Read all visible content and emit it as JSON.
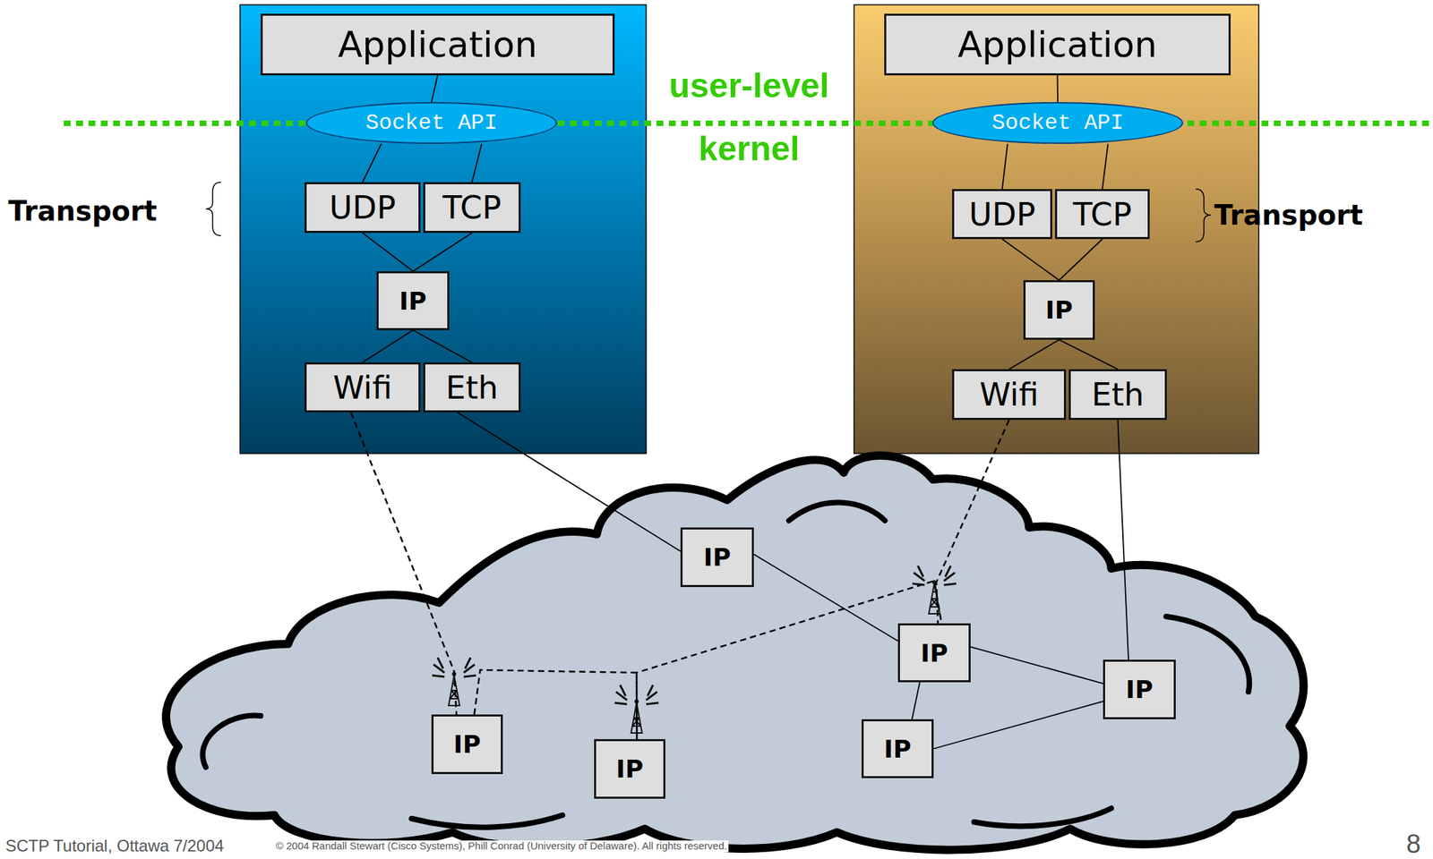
{
  "diagram": {
    "nodes": [
      {
        "text": [
          "Application"
        ]
      },
      {
        "text": [
          "Socket API"
        ]
      },
      {
        "text": [
          "UDP"
        ]
      },
      {
        "text": [
          "TCP"
        ]
      },
      {
        "text": [
          "IP"
        ]
      },
      {
        "text": [
          "Wifi"
        ]
      },
      {
        "text": [
          "Eth"
        ]
      },
      {
        "text": [
          "Application"
        ]
      },
      {
        "text": [
          "Socket API"
        ]
      },
      {
        "text": [
          "UDP"
        ]
      },
      {
        "text": [
          "TCP"
        ]
      },
      {
        "text": [
          "IP"
        ]
      },
      {
        "text": [
          "Wifi"
        ]
      },
      {
        "text": [
          "Eth"
        ]
      },
      {
        "text": [
          "IP"
        ]
      },
      {
        "text": [
          "IP"
        ]
      },
      {
        "text": [
          "IP"
        ]
      },
      {
        "text": [
          "IP"
        ]
      },
      {
        "text": [
          "IP"
        ]
      },
      {
        "text": [
          "IP"
        ]
      }
    ],
    "edges": [
      {
        "from": 1,
        "to": 0,
        "arrow": "none"
      },
      {
        "from": 1,
        "to": 2,
        "arrow": "none"
      },
      {
        "from": 1,
        "to": 3,
        "arrow": "none"
      },
      {
        "from": 2,
        "to": 4,
        "arrow": "none"
      },
      {
        "from": 3,
        "to": 4,
        "arrow": "none"
      },
      {
        "from": 4,
        "to": 5,
        "arrow": "none"
      },
      {
        "from": 4,
        "to": 6,
        "arrow": "none"
      },
      {
        "from": 8,
        "to": 7,
        "arrow": "none"
      },
      {
        "from": 8,
        "to": 9,
        "arrow": "none"
      },
      {
        "from": 8,
        "to": 10,
        "arrow": "none"
      },
      {
        "from": 9,
        "to": 11,
        "arrow": "none"
      },
      {
        "from": 10,
        "to": 11,
        "arrow": "none"
      },
      {
        "from": 11,
        "to": 12,
        "arrow": "none"
      },
      {
        "from": 11,
        "to": 13,
        "arrow": "none"
      },
      {
        "from": 5,
        "to": 17,
        "arrow": "none"
      },
      {
        "from": 6,
        "to": 14,
        "arrow": "none"
      },
      {
        "from": 17,
        "to": 18,
        "arrow": "none"
      },
      {
        "from": 18,
        "to": 15,
        "arrow": "none"
      },
      {
        "from": 12,
        "to": 15,
        "arrow": "none"
      },
      {
        "from": 14,
        "to": 15,
        "arrow": "none"
      },
      {
        "from": 13,
        "to": 16,
        "arrow": "none"
      },
      {
        "from": 15,
        "to": 16,
        "arrow": "none"
      },
      {
        "from": 15,
        "to": 19,
        "arrow": "none"
      },
      {
        "from": 16,
        "to": 19,
        "arrow": "none"
      }
    ],
    "labels": [
      "user-level",
      "kernel",
      "Transport",
      "Transport",
      "SCTP Tutorial, Ottawa 7/2004",
      "© 2004 Randall Stewart (Cisco Systems), Phill Conrad (University of Delaware). All rights reserved.",
      "8"
    ]
  }
}
